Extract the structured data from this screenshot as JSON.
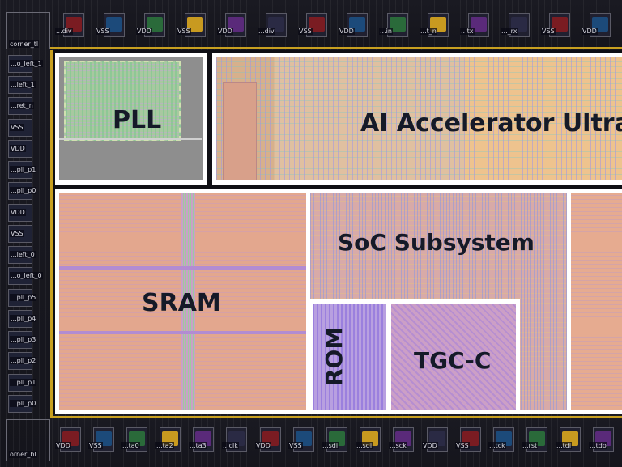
{
  "corner_labels": {
    "top": "corner_tl",
    "bottom": "orner_bl"
  },
  "top_pad_labels": [
    "...div",
    "VSS",
    "VDD",
    "VSS",
    "VDD",
    "...div",
    "VSS",
    "VDD",
    "...in",
    "...t_n",
    "...tx",
    "..._rx",
    "VSS",
    "VDD"
  ],
  "bottom_pad_labels": [
    "VDD",
    "VSS",
    "...ta0",
    "...ta2",
    "...ta3",
    "...clk",
    "VDD",
    "VSS",
    "...sdi",
    "...sdi",
    "...sck",
    "VDD",
    "VSS",
    "...tck",
    "...rst",
    "...tdi",
    "...tdo"
  ],
  "left_pad_labels": [
    "...o_left_1",
    "...left_1",
    "...ret_n",
    "VSS",
    "VDD",
    "...pll_p1",
    "...pll_p0",
    "VDD",
    "VSS",
    "...left_0",
    "...o_left_0",
    "...pll_p5",
    "...pll_p4",
    "...pll_p3",
    "...pll_p2",
    "...pll_p1",
    "...pll_p0"
  ],
  "blocks": {
    "pll": "PLL",
    "ai_accelerator": "AI Accelerator UltraT",
    "soc_subsystem": "SoC Subsystem",
    "sram": "SRAM",
    "rom": "ROM",
    "tgc": "TGC-C"
  },
  "colors": {
    "block_border": "#ffffff",
    "label_text": "#151a28",
    "macro_fill": "#e8a98f",
    "pll_fill": "#8a8a8a",
    "ai_fill": "#ecbf8e"
  }
}
